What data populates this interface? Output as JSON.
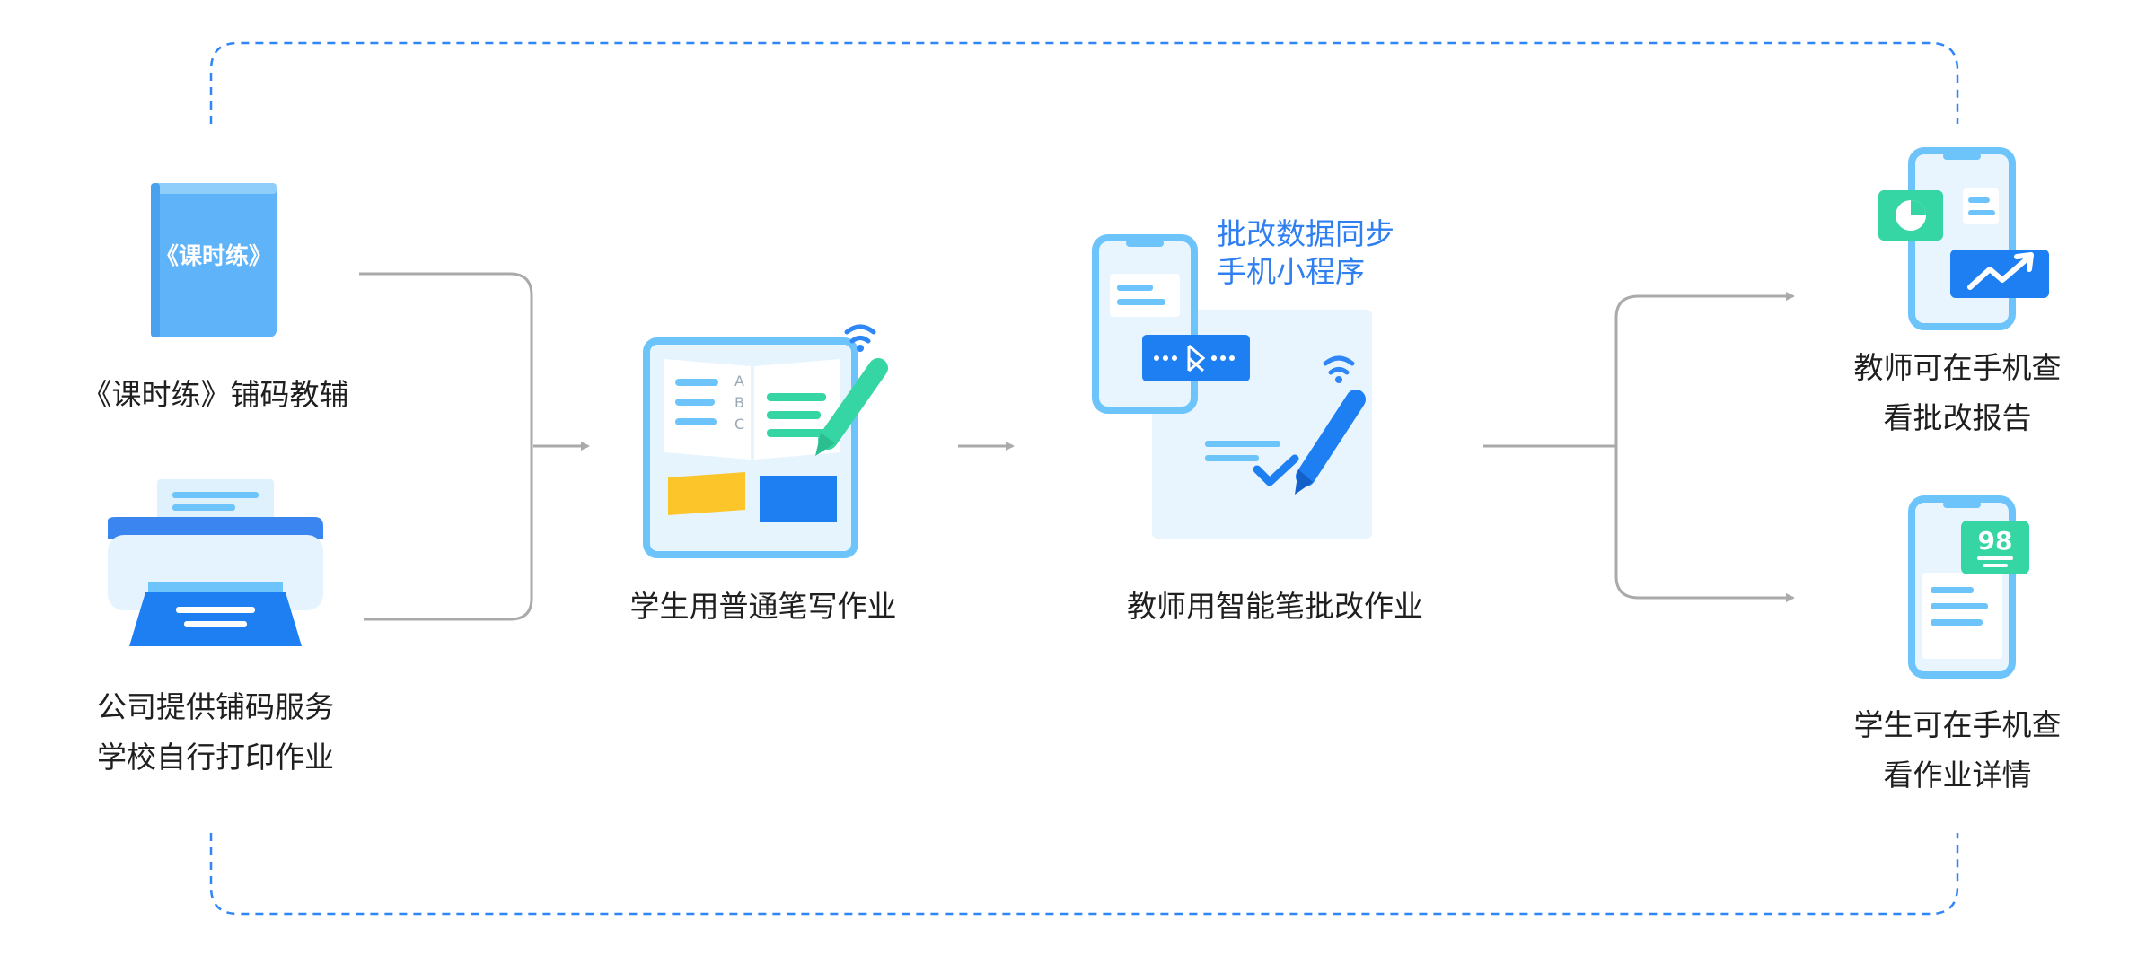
{
  "sources": {
    "book": {
      "cover_text": "《课时练》",
      "label": "《课时练》铺码教辅"
    },
    "printer": {
      "label_line1": "公司提供铺码服务",
      "label_line2": "学校自行打印作业"
    }
  },
  "steps": {
    "student_write": {
      "label": "学生用普通笔写作业"
    },
    "teacher_grade": {
      "label": "教师用智能笔批改作业",
      "sync_line1": "批改数据同步",
      "sync_line2": "手机小程序"
    }
  },
  "outputs": {
    "teacher_report": {
      "label_line1": "教师可在手机查",
      "label_line2": "看批改报告"
    },
    "student_detail": {
      "label_line1": "学生可在手机查",
      "label_line2": "看作业详情",
      "score": "98"
    }
  },
  "colors": {
    "primary_blue": "#2f86f6",
    "light_blue": "#6cc4fb",
    "pale_blue": "#e8f5fe",
    "green": "#35d6a3",
    "yellow": "#fcc52a",
    "connector_gray": "#aaaaaa",
    "dashed_border": "#2f86f6"
  }
}
